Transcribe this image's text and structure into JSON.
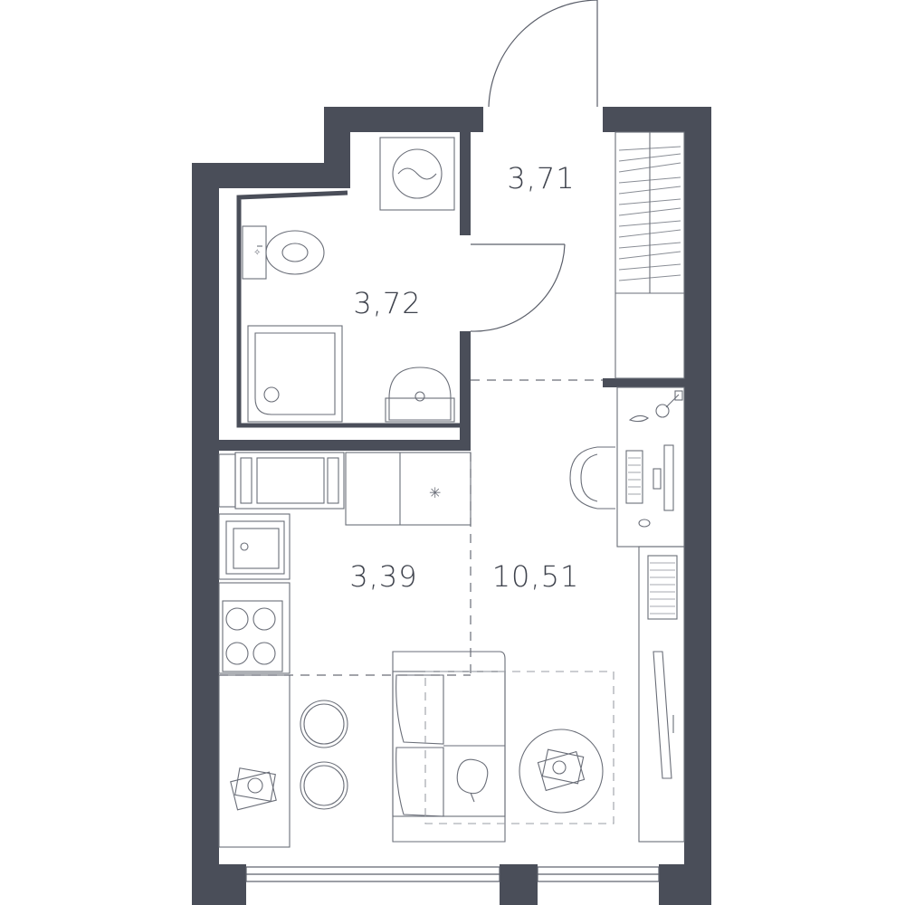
{
  "rooms": {
    "hallway": {
      "area": "3,71"
    },
    "bathroom": {
      "area": "3,72"
    },
    "kitchen": {
      "area": "3,39"
    },
    "living": {
      "area": "10,51"
    }
  },
  "colors": {
    "wall": "#4a4e59",
    "line": "#6a6e78",
    "background": "#ffffff"
  }
}
